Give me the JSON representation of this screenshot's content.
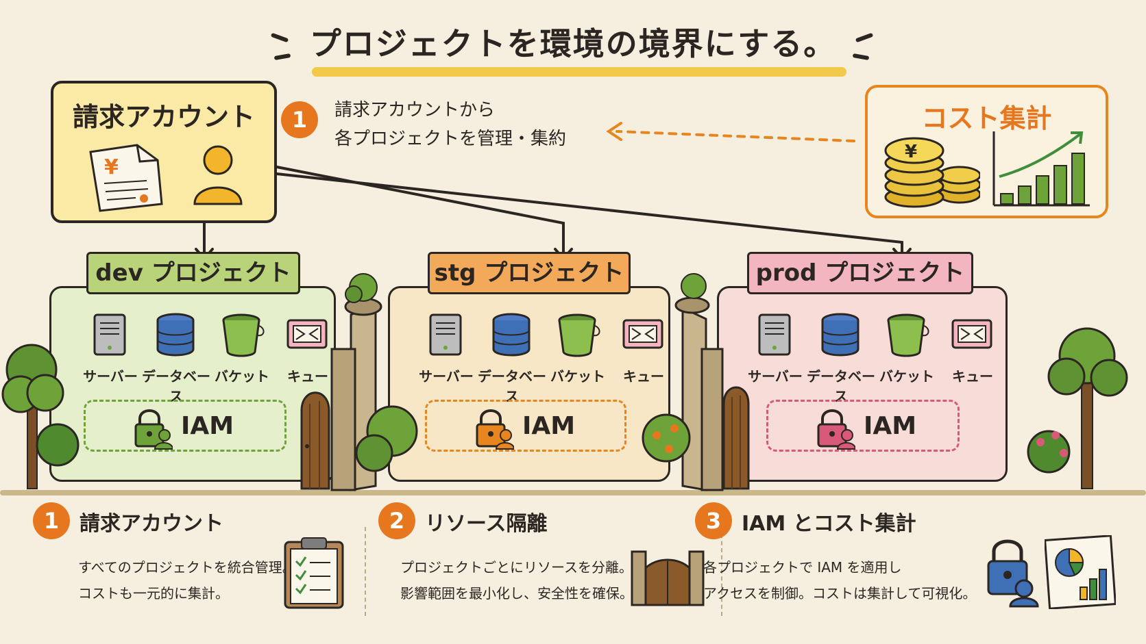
{
  "title": "プロジェクトを環境の境界にする。",
  "billing": {
    "title": "請求アカウント",
    "currency": "¥"
  },
  "step1": {
    "number": "1",
    "line1": "請求アカウントから",
    "line2": "各プロジェクトを管理・集約"
  },
  "cost": {
    "title": "コスト集計",
    "currency": "¥",
    "bar_levels": [
      0.2,
      0.35,
      0.55,
      0.75,
      1.0
    ]
  },
  "projects": [
    {
      "banner": "dev プロジェクト",
      "iam": "IAM",
      "accent": "#6ea33a",
      "bg": "#e6efcc",
      "banner_bg": "#b9d37a",
      "resources": [
        "サーバー",
        "データベース",
        "バケット",
        "キュー"
      ]
    },
    {
      "banner": "stg プロジェクト",
      "iam": "IAM",
      "accent": "#e7861e",
      "bg": "#f7e7c6",
      "banner_bg": "#f2a95a",
      "resources": [
        "サーバー",
        "データベース",
        "バケット",
        "キュー"
      ]
    },
    {
      "banner": "prod プロジェクト",
      "iam": "IAM",
      "accent": "#d95a78",
      "bg": "#f7dcd8",
      "banner_bg": "#f3b6c0",
      "resources": [
        "サーバー",
        "データベース",
        "バケット",
        "キュー"
      ]
    }
  ],
  "bottom": [
    {
      "number": "1",
      "title": "請求アカウント",
      "line1": "すべてのプロジェクトを統合管理。",
      "line2": "コストも一元的に集計。"
    },
    {
      "number": "2",
      "title": "リソース隔離",
      "line1": "プロジェクトごとにリソースを分離。",
      "line2": "影響範囲を最小化し、安全性を確保。"
    },
    {
      "number": "3",
      "title": "IAM とコスト集計",
      "line1": "各プロジェクトで IAM を適用し",
      "line2": "アクセスを制御。コストは集計して可視化。"
    }
  ],
  "colors": {
    "orange": "#e7771e",
    "green": "#6ea33a",
    "blue": "#3f6fb5",
    "ink": "#2b2622"
  }
}
